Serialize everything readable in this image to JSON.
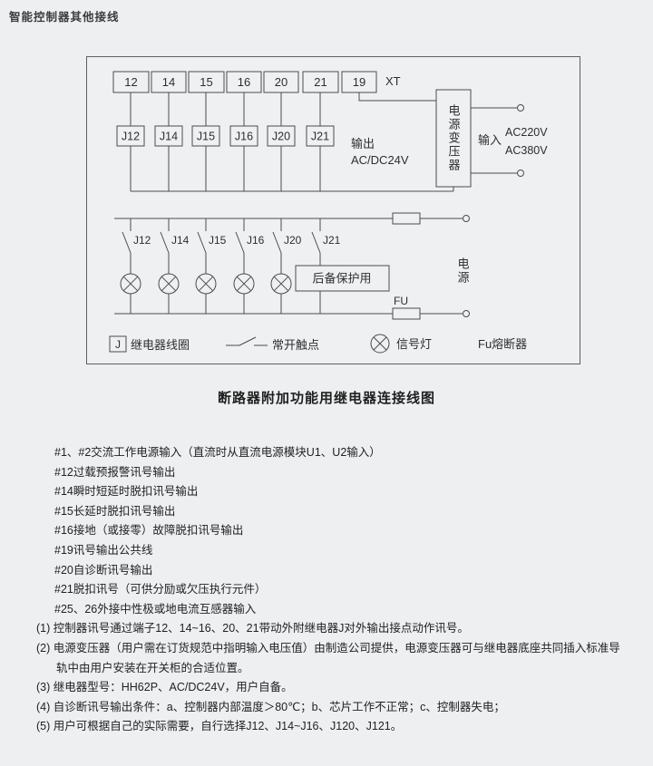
{
  "page": {
    "header": "智能控制器其他接线",
    "caption": "断路器附加功能用继电器连接线图"
  },
  "diagram": {
    "xt_label": "XT",
    "terminals": [
      "12",
      "14",
      "15",
      "16",
      "20",
      "21",
      "19"
    ],
    "relays": [
      "J12",
      "J14",
      "J15",
      "J16",
      "J20",
      "J21"
    ],
    "output_label": "输出",
    "output_voltage": "AC/DC24V",
    "transformer_label": "电源变压器",
    "input_label": "输入",
    "input_voltage_1": "AC220V",
    "input_voltage_2": "AC380V",
    "contacts": [
      "J12",
      "J14",
      "J15",
      "J16",
      "J20",
      "J21"
    ],
    "backup_label": "后备保护用",
    "fuse_label": "FU",
    "power_label": "电源",
    "legend": {
      "coil_symbol": "J",
      "coil_label": "继电器线圈",
      "contact_label": "常开触点",
      "lamp_label": "信号灯",
      "fuse_label": "Fu熔断器"
    }
  },
  "notes": {
    "hash_items": [
      "#1、#2交流工作电源输入（直流时从直流电源模块U1、U2输入）",
      "#12过载预报警讯号输出",
      "#14瞬时短延时脱扣讯号输出",
      "#15长延时脱扣讯号输出",
      "#16接地（或接零）故障脱扣讯号输出",
      "#19讯号输出公共线",
      "#20自诊断讯号输出",
      "#21脱扣讯号（可供分励或欠压执行元件）",
      "#25、26外接中性极或地电流互感器输入"
    ],
    "numbered_items": [
      "(1) 控制器讯号通过端子12、14~16、20、21带动外附继电器J对外输出接点动作讯号。",
      "(2) 电源变压器（用户需在订货规范中指明输入电压值）由制造公司提供，电源变压器可与继电器底座共同插入标准导轨中由用户安装在开关柜的合适位置。",
      "(3) 继电器型号：HH62P、AC/DC24V，用户自备。",
      "(4) 自诊断讯号输出条件：a、控制器内部温度＞80℃；b、芯片工作不正常；c、控制器失电；",
      "(5) 用户可根据自己的实际需要，自行选择J12、J14~J16、J120、J121。"
    ]
  }
}
